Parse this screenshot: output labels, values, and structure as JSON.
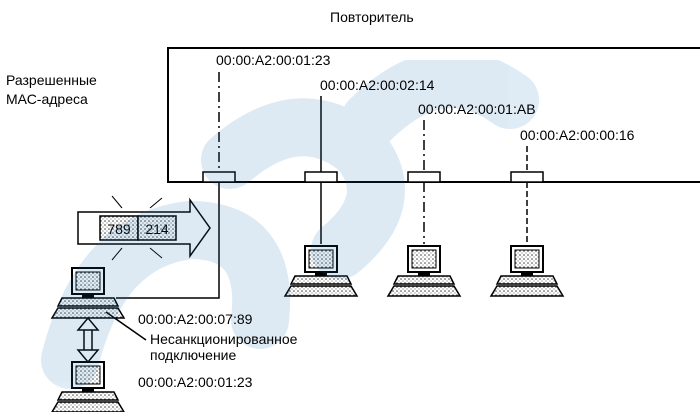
{
  "title": "Повторитель",
  "allowed_label_line1": "Разрешенные",
  "allowed_label_line2": "МАС-адреса",
  "port_addresses": [
    "00:00:A2:00:01:23",
    "00:00:A2:00:02:14",
    "00:00:A2:00:01:AB",
    "00:00:A2:00:00:16"
  ],
  "packet": {
    "left_cell": "789",
    "right_cell": "214"
  },
  "attacker_mac": "00:00:A2:00:07:89",
  "unauthorized_line1": "Несанкционированное",
  "unauthorized_line2": "подключение",
  "spoofed_mac": "00:00:A2:00:01:23",
  "watermark_color": "#1a73b8"
}
